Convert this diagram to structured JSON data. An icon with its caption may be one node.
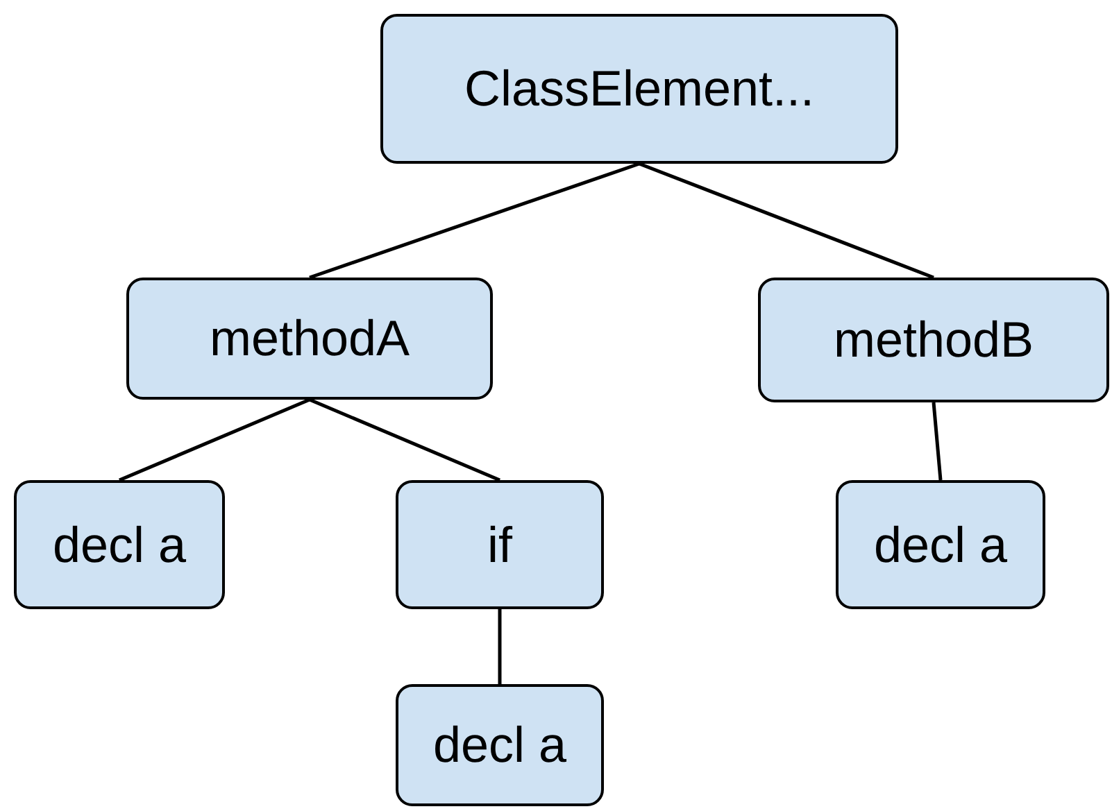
{
  "diagram": {
    "nodes": [
      {
        "text": [
          "ClassElement..."
        ]
      },
      {
        "text": [
          "methodA"
        ]
      },
      {
        "text": [
          "methodB"
        ]
      },
      {
        "text": [
          "decl a"
        ]
      },
      {
        "text": [
          "if"
        ]
      },
      {
        "text": [
          "decl a"
        ]
      },
      {
        "text": [
          "decl a"
        ]
      }
    ],
    "edges": [
      {
        "from": 0,
        "to": 1,
        "arrow": "none"
      },
      {
        "from": 0,
        "to": 2,
        "arrow": "none"
      },
      {
        "from": 1,
        "to": 3,
        "arrow": "none"
      },
      {
        "from": 1,
        "to": 4,
        "arrow": "none"
      },
      {
        "from": 2,
        "to": 5,
        "arrow": "none"
      },
      {
        "from": 4,
        "to": 6,
        "arrow": "none"
      }
    ]
  }
}
